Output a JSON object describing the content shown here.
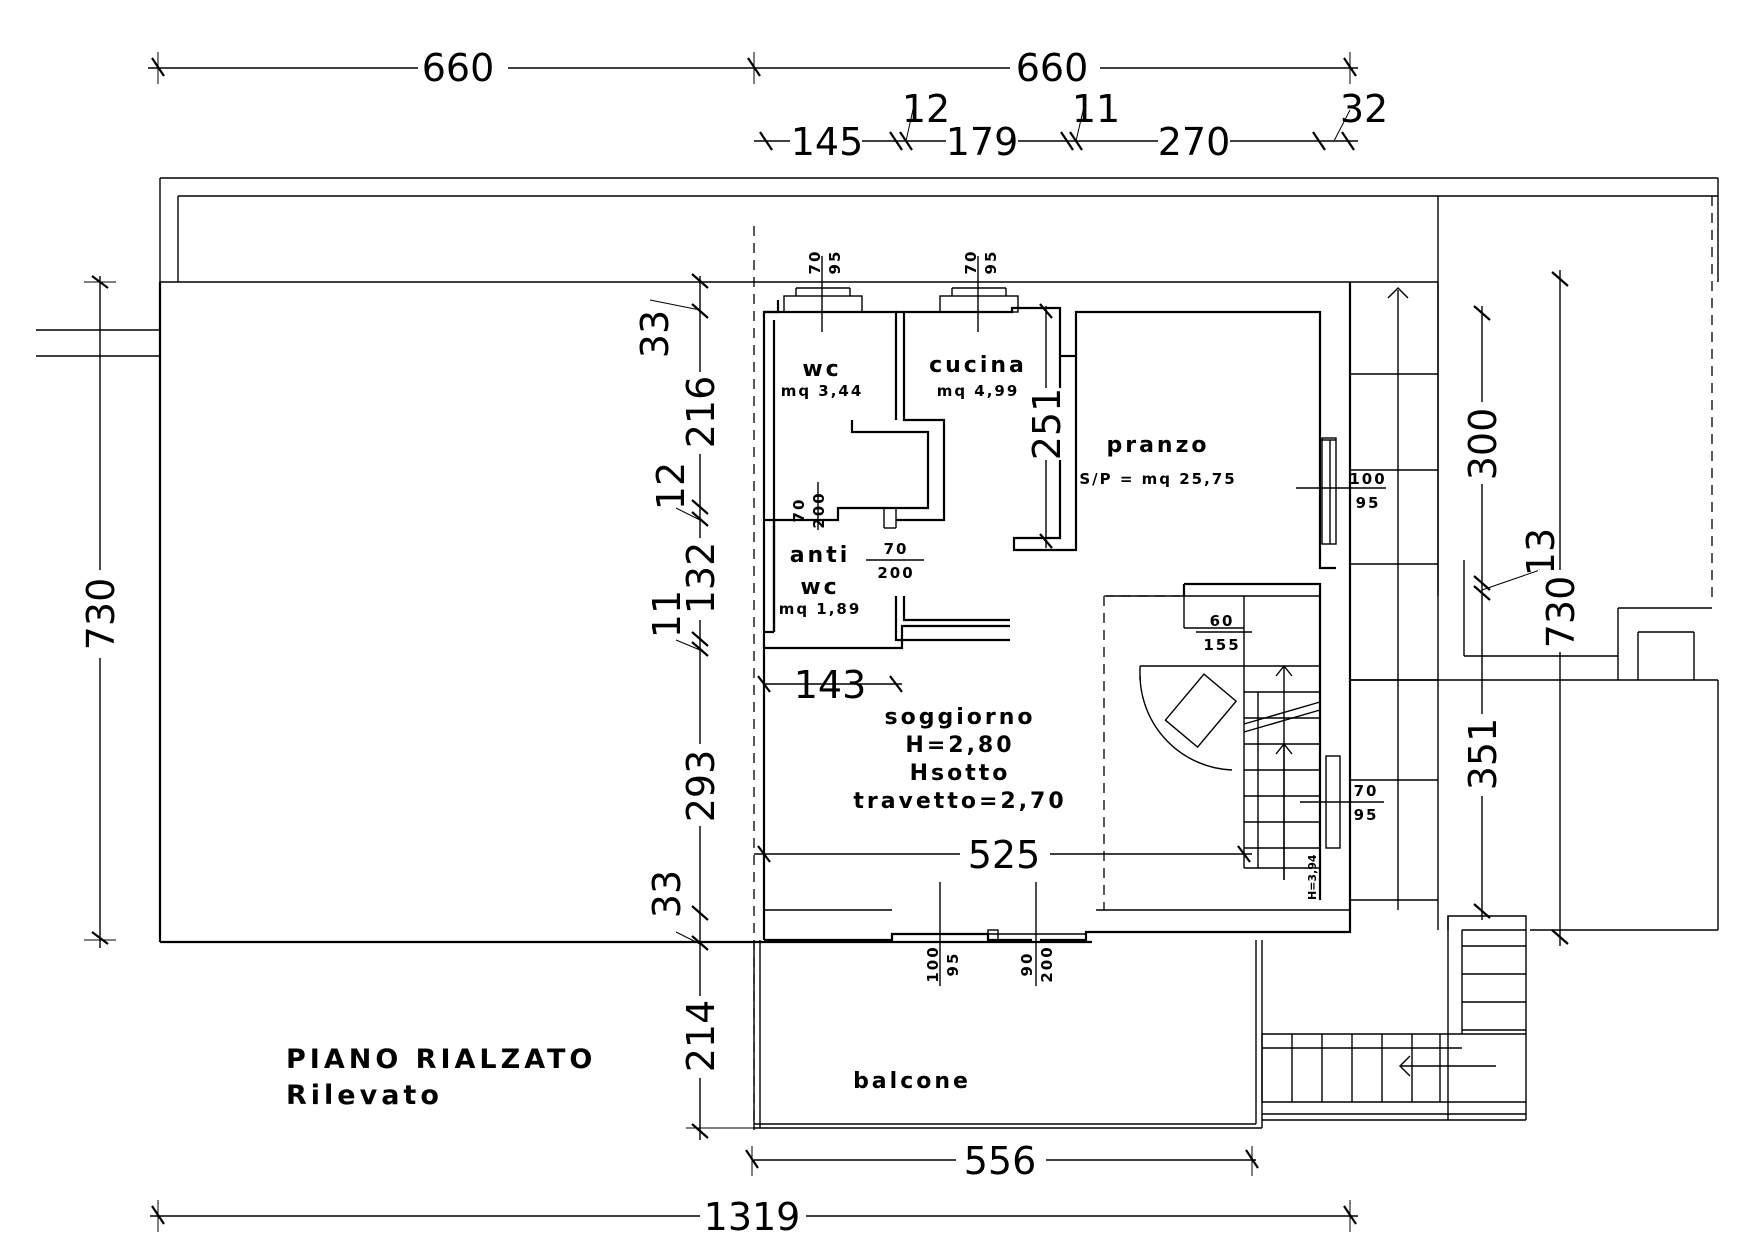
{
  "title": {
    "line1": "PIANO RIALZATO",
    "line2": "Rilevato"
  },
  "rooms": {
    "wc": {
      "name": "wc",
      "area": "mq 3,44"
    },
    "cucina": {
      "name": "cucina",
      "area": "mq 4,99"
    },
    "pranzo": {
      "name": "pranzo",
      "area": "S/P = mq 25,75"
    },
    "antiwc": {
      "name1": "anti",
      "name2": "wc",
      "area": "mq 1,89"
    },
    "soggiorno": {
      "name": "soggiorno",
      "h": "H=2,80",
      "hsotto": "Hsotto",
      "travetto": "travetto=2,70"
    },
    "balcone": {
      "name": "balcone"
    },
    "stair_h": "H=3,94"
  },
  "dimensions": {
    "top_660_left": "660",
    "top_660_right": "660",
    "d145": "145",
    "d12_top": "12",
    "d179": "179",
    "d11_top": "11",
    "d270": "270",
    "d32": "32",
    "left_730": "730",
    "v33_top": "33",
    "v216": "216",
    "v12": "12",
    "v132": "132",
    "v11": "11",
    "v293": "293",
    "v33_bottom": "33",
    "v214": "214",
    "d251": "251",
    "d143": "143",
    "d525": "525",
    "d556": "556",
    "d1319": "1319",
    "r300": "300",
    "r13": "13",
    "r351": "351",
    "r730": "730"
  },
  "openings": {
    "wc_top": {
      "w": "70",
      "h": "95"
    },
    "cucina_top": {
      "w": "70",
      "h": "95"
    },
    "wc_door": {
      "w": "70",
      "h": "200"
    },
    "anti_door": {
      "w": "70",
      "h": "200"
    },
    "pranzo_window": {
      "w": "100",
      "h": "95"
    },
    "stair_opening": {
      "w": "60",
      "h": "155"
    },
    "stair_window": {
      "w": "70",
      "h": "95"
    },
    "south_window": {
      "w": "100",
      "h": "95"
    },
    "south_door": {
      "w": "90",
      "h": "200"
    }
  }
}
